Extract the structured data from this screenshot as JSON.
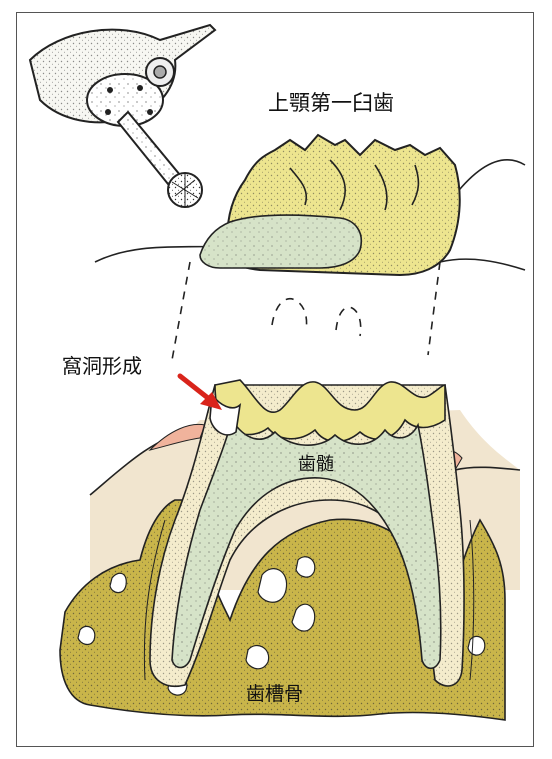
{
  "labels": {
    "upper_molar": "上顎第一臼歯",
    "cavity_prep": "窩洞形成",
    "pulp": "歯髄",
    "alveolar_bone": "歯槽骨"
  },
  "colors": {
    "enamel": "#ede58f",
    "dentin": "#f4eccc",
    "pulp": "#d6e3c8",
    "bone": "#c9b54a",
    "gum": "#f1e5cf",
    "arrow": "#d9241b",
    "gingiva_tip": "#f0b39c"
  }
}
